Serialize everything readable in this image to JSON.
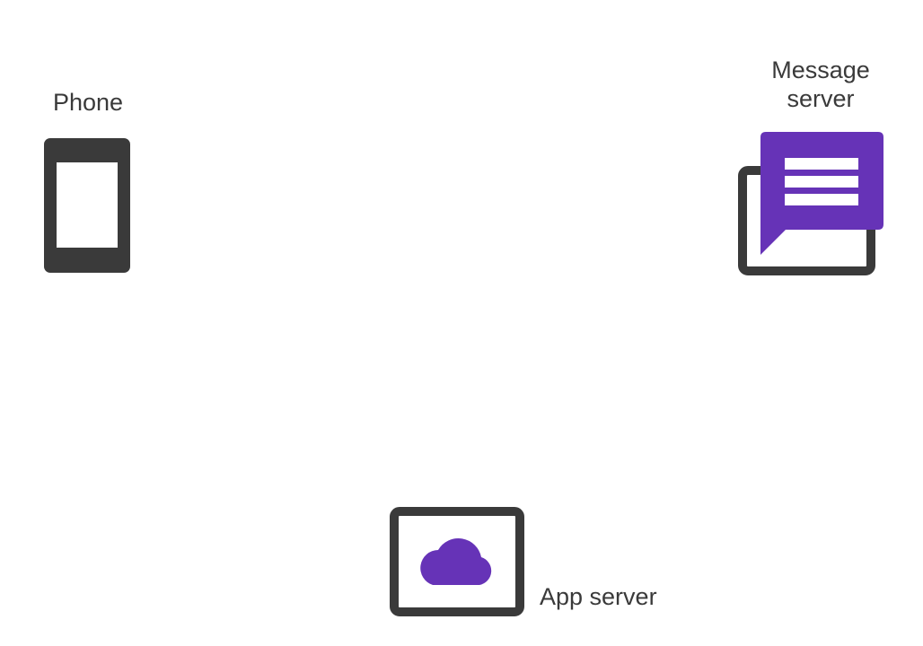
{
  "colors": {
    "device_frame": "#3a3a3a",
    "accent_purple": "#6633b7",
    "background": "#ffffff"
  },
  "nodes": {
    "phone": {
      "label": "Phone",
      "icon": "smartphone-icon"
    },
    "message_server": {
      "label_line1": "Message",
      "label_line2": "server",
      "icon": "message-server-icon"
    },
    "app_server": {
      "label": "App server",
      "icon": "cloud-server-icon"
    }
  }
}
